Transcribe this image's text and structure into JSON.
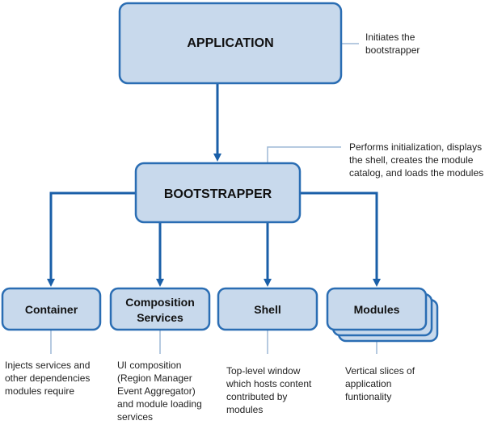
{
  "colors": {
    "box_fill": "#c8d9ec",
    "box_stroke": "#2a6db3",
    "arrow": "#1a5fa8",
    "callout_line": "#9db8d6"
  },
  "boxes": {
    "application": "APPLICATION",
    "bootstrapper": "BOOTSTRAPPER",
    "container": "Container",
    "composition": [
      "Composition",
      "Services"
    ],
    "shell": "Shell",
    "modules": "Modules"
  },
  "notes": {
    "application": [
      "Initiates the",
      "bootstrapper"
    ],
    "bootstrapper": [
      "Performs initialization, displays",
      "the shell, creates the module",
      "catalog, and loads the modules"
    ],
    "container": [
      "Injects services and",
      "other dependencies",
      "modules require"
    ],
    "composition": [
      "UI composition",
      "(Region Manager",
      "Event Aggregator)",
      "and module loading",
      "services"
    ],
    "shell": [
      "Top-level window",
      "which hosts content",
      "contributed by",
      "modules"
    ],
    "modules": [
      "Vertical slices of",
      "application",
      "funtionality"
    ]
  }
}
